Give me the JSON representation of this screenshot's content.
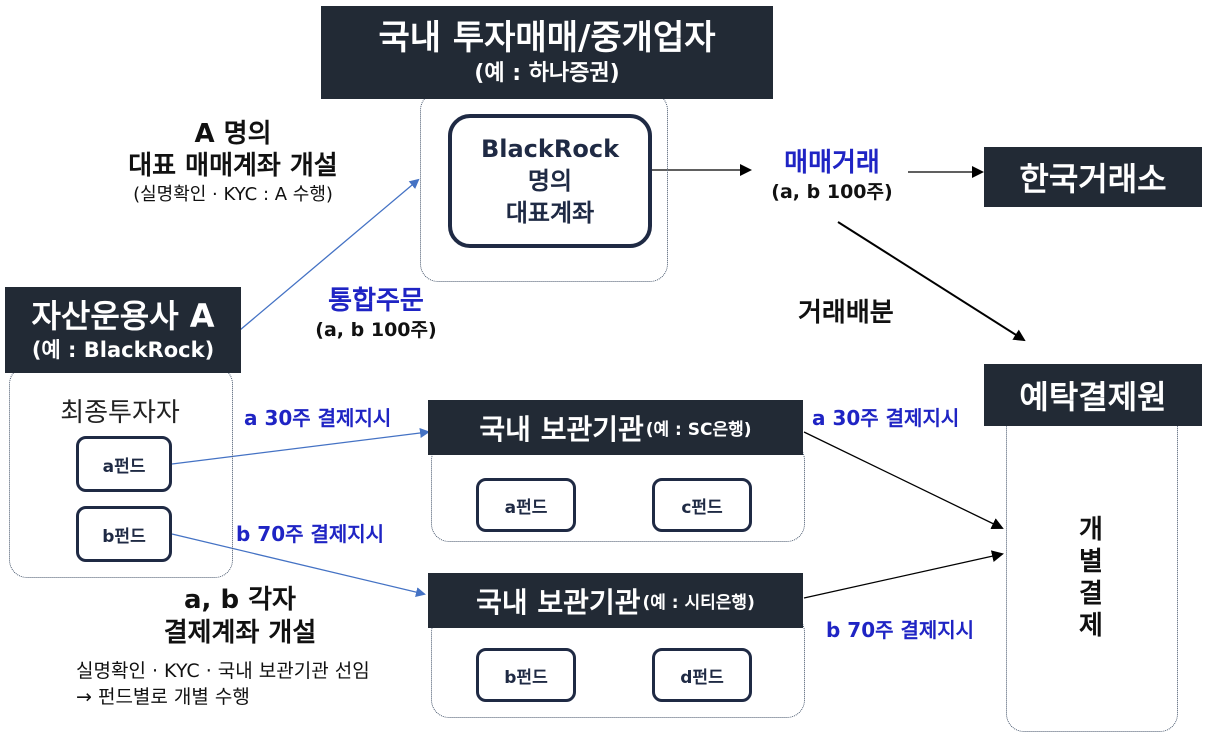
{
  "broker": {
    "title": "국내 투자매매/중개업자",
    "example": "(예 : 하나증권)",
    "account_line1": "BlackRock",
    "account_line2": "명의",
    "account_line3": "대표계좌"
  },
  "exchange": {
    "title": "한국거래소"
  },
  "trade": {
    "label": "매매거래",
    "detail": "(a, b 100주)"
  },
  "allocation": {
    "label": "거래배분"
  },
  "asset_manager": {
    "title": "자산운용사 A",
    "example": "(예 : BlackRock)"
  },
  "rep_account": {
    "line1": "A 명의",
    "line2": "대표 매매계좌 개설",
    "line3": "(실명확인 · KYC : A 수행)"
  },
  "combined_order": {
    "label": "통합주문",
    "detail": "(a, b 100주)"
  },
  "investors": {
    "title": "최종투자자",
    "fund_a": "a펀드",
    "fund_b": "b펀드"
  },
  "custodian_sc": {
    "title": "국내 보관기관",
    "example": "(예 : SC은행)",
    "fund1": "a펀드",
    "fund2": "c펀드"
  },
  "custodian_citi": {
    "title": "국내 보관기관",
    "example": "(예 : 시티은행)",
    "fund1": "b펀드",
    "fund2": "d펀드"
  },
  "instructions": {
    "a_in": "a 30주 결제지시",
    "b_in": "b 70주 결제지시",
    "a_out": "a 30주 결제지시",
    "b_out": "b 70주 결제지시"
  },
  "settlement_accounts": {
    "line1": "a, b 각자",
    "line2": "결제계좌 개설",
    "line3": "실명확인 · KYC  · 국내 보관기관 선임",
    "line4": "→  펀드별로 개별 수행"
  },
  "depository": {
    "title": "예탁결제원",
    "vertical_chars": [
      "개",
      "별",
      "결",
      "제"
    ]
  },
  "colors": {
    "dark": "#222a35",
    "blue": "#1f24c4",
    "navy": "#1f2a44"
  }
}
